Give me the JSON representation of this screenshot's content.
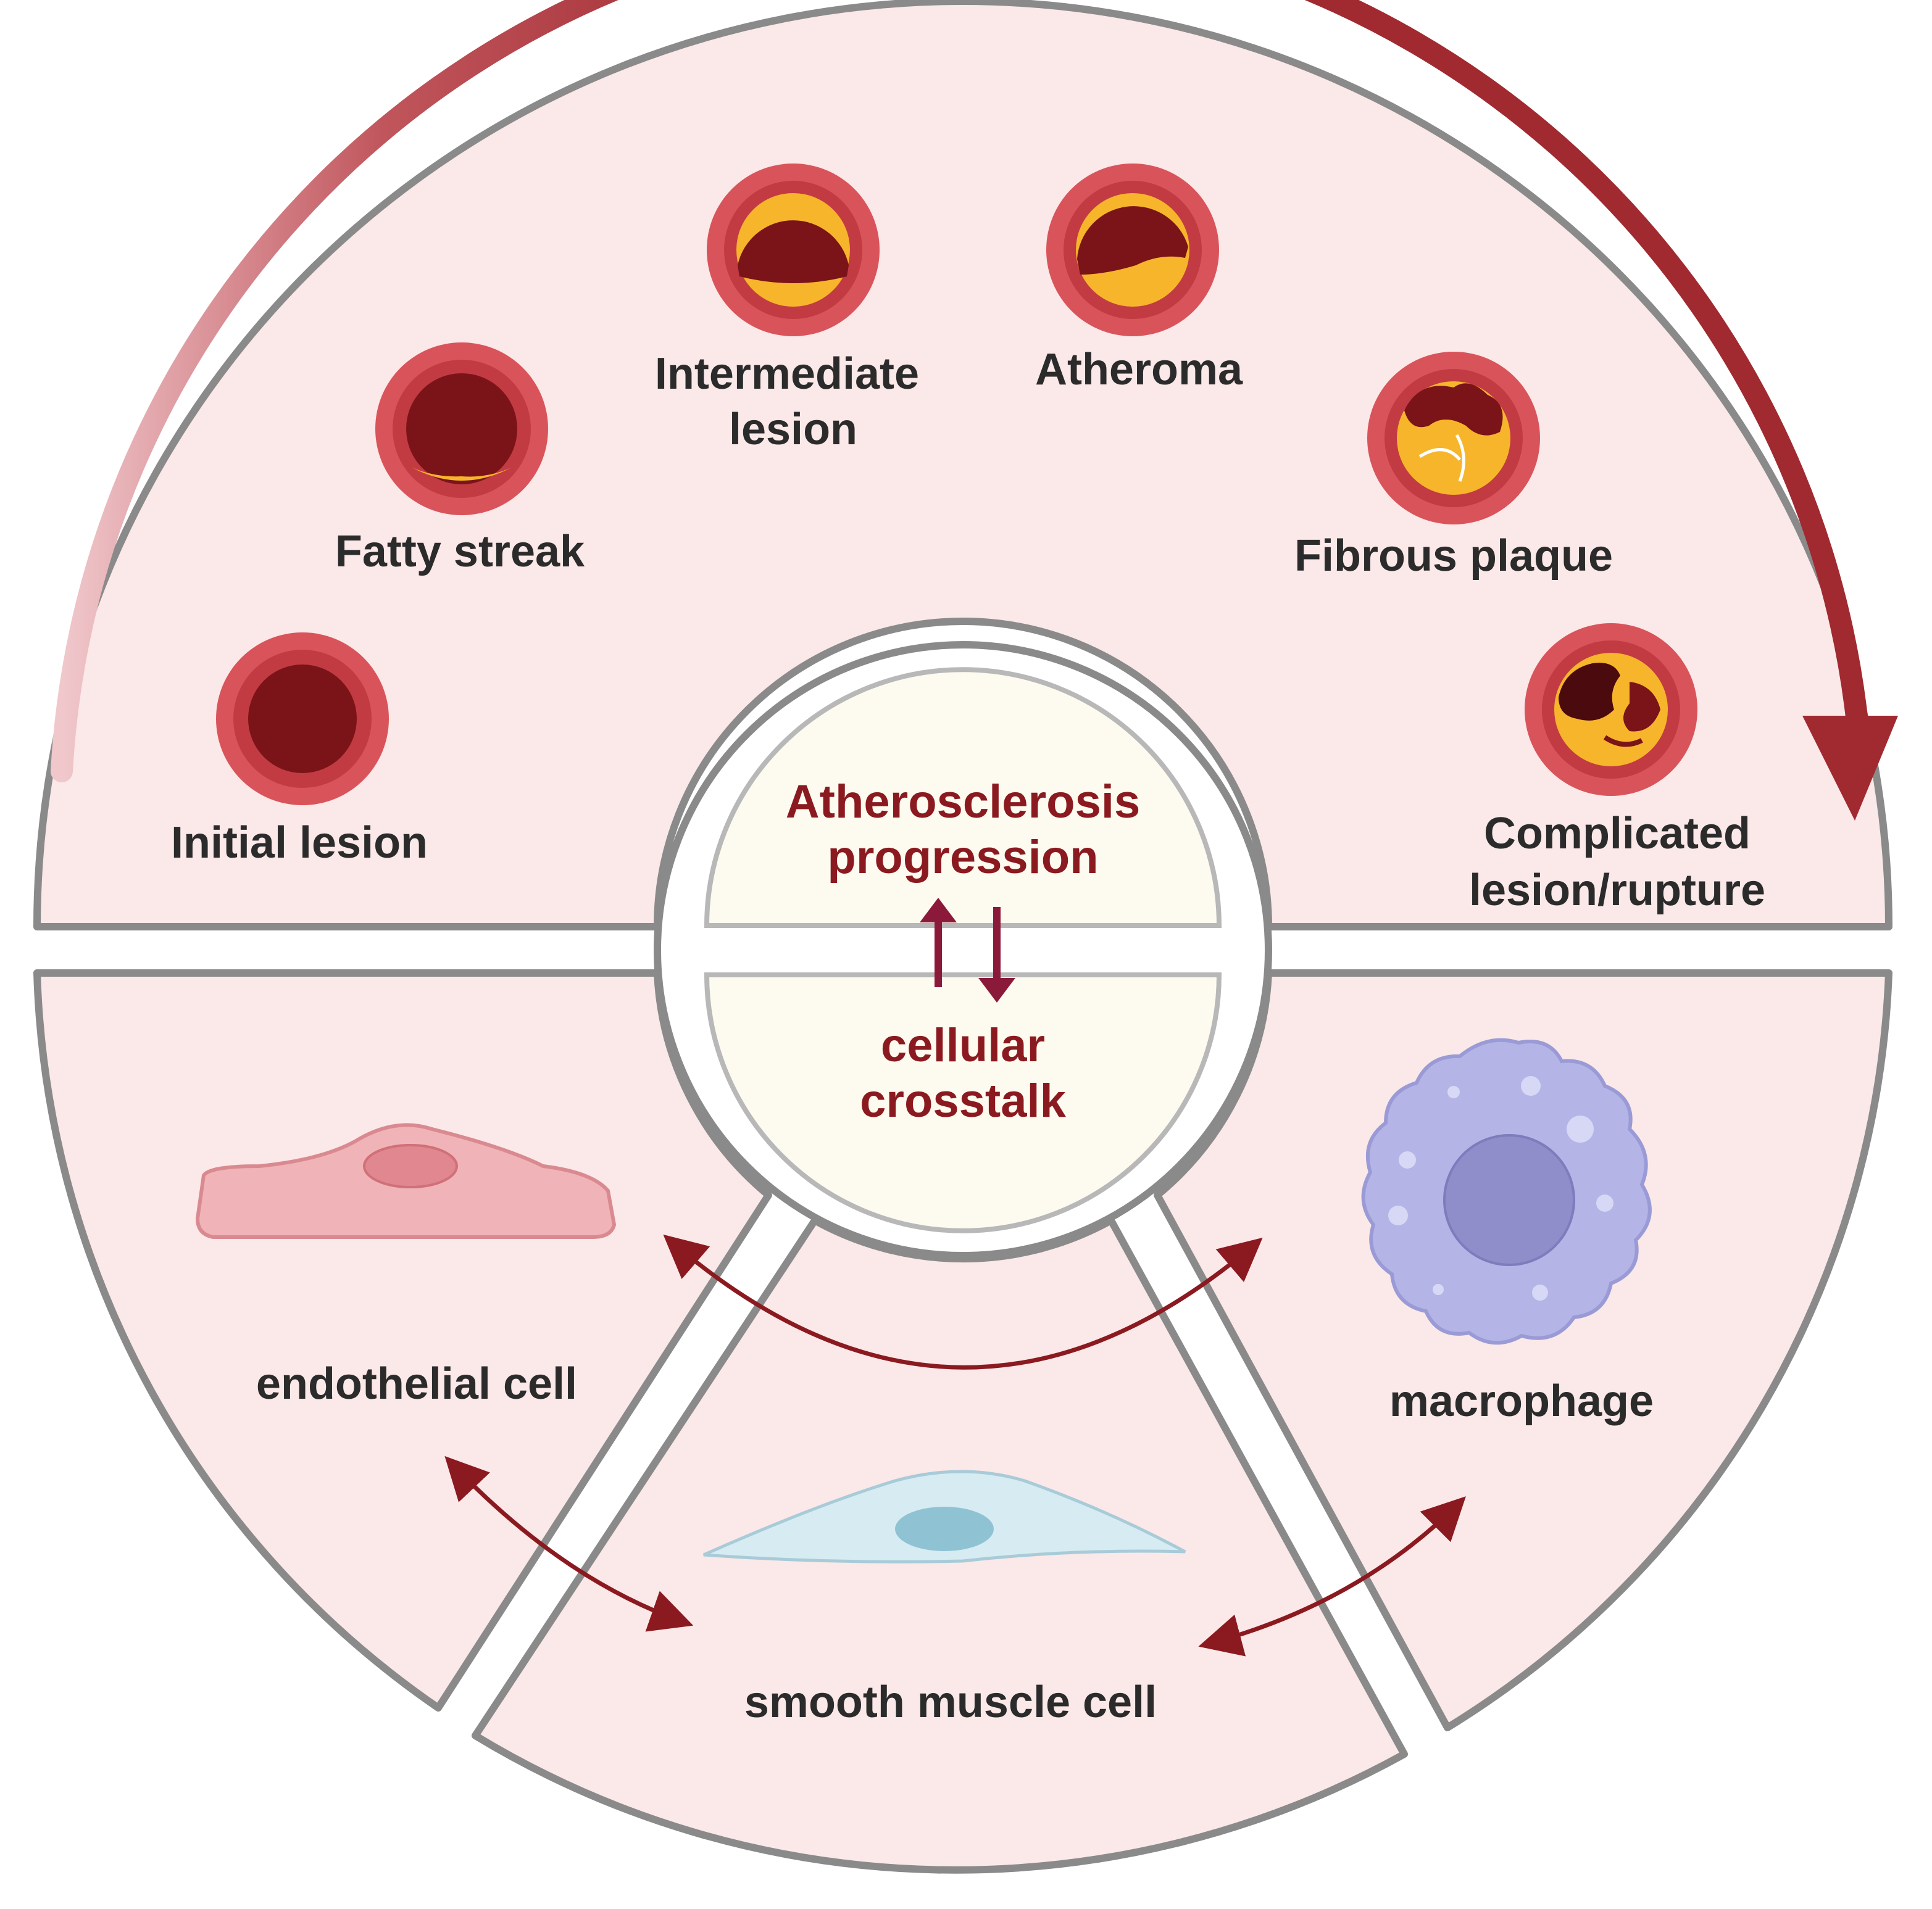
{
  "center": {
    "top_line1": "Atherosclerosis",
    "top_line2": "progression",
    "bottom_line1": "cellular",
    "bottom_line2": "crosstalk"
  },
  "stages": [
    {
      "label_lines": [
        "Initial lesion"
      ],
      "icon": "artery-cross-section-icon"
    },
    {
      "label_lines": [
        "Fatty streak"
      ],
      "icon": "artery-cross-section-icon"
    },
    {
      "label_lines": [
        "Intermediate",
        "lesion"
      ],
      "icon": "artery-cross-section-icon"
    },
    {
      "label_lines": [
        "Atheroma"
      ],
      "icon": "artery-cross-section-icon"
    },
    {
      "label_lines": [
        "Fibrous plaque"
      ],
      "icon": "artery-cross-section-icon"
    },
    {
      "label_lines": [
        "Complicated",
        "lesion/rupture"
      ],
      "icon": "artery-cross-section-icon"
    }
  ],
  "cells": {
    "endothelial": {
      "label": "endothelial cell",
      "icon": "endothelial-cell-icon"
    },
    "smooth_muscle": {
      "label": "smooth muscle cell",
      "icon": "smooth-muscle-cell-icon"
    },
    "macrophage": {
      "label": "macrophage",
      "icon": "macrophage-icon"
    }
  },
  "colors": {
    "panel_fill": "#fbe8e8",
    "panel_stroke": "#8a8a8a",
    "center_fill": "#fdfaf0",
    "progression_arrow": "#a02a30",
    "crosstalk_arrow": "#8b1a20",
    "artery_outer": "#d9545a",
    "artery_inner": "#c23b42",
    "lumen": "#7a1418",
    "lipid": "#f7b52c"
  }
}
